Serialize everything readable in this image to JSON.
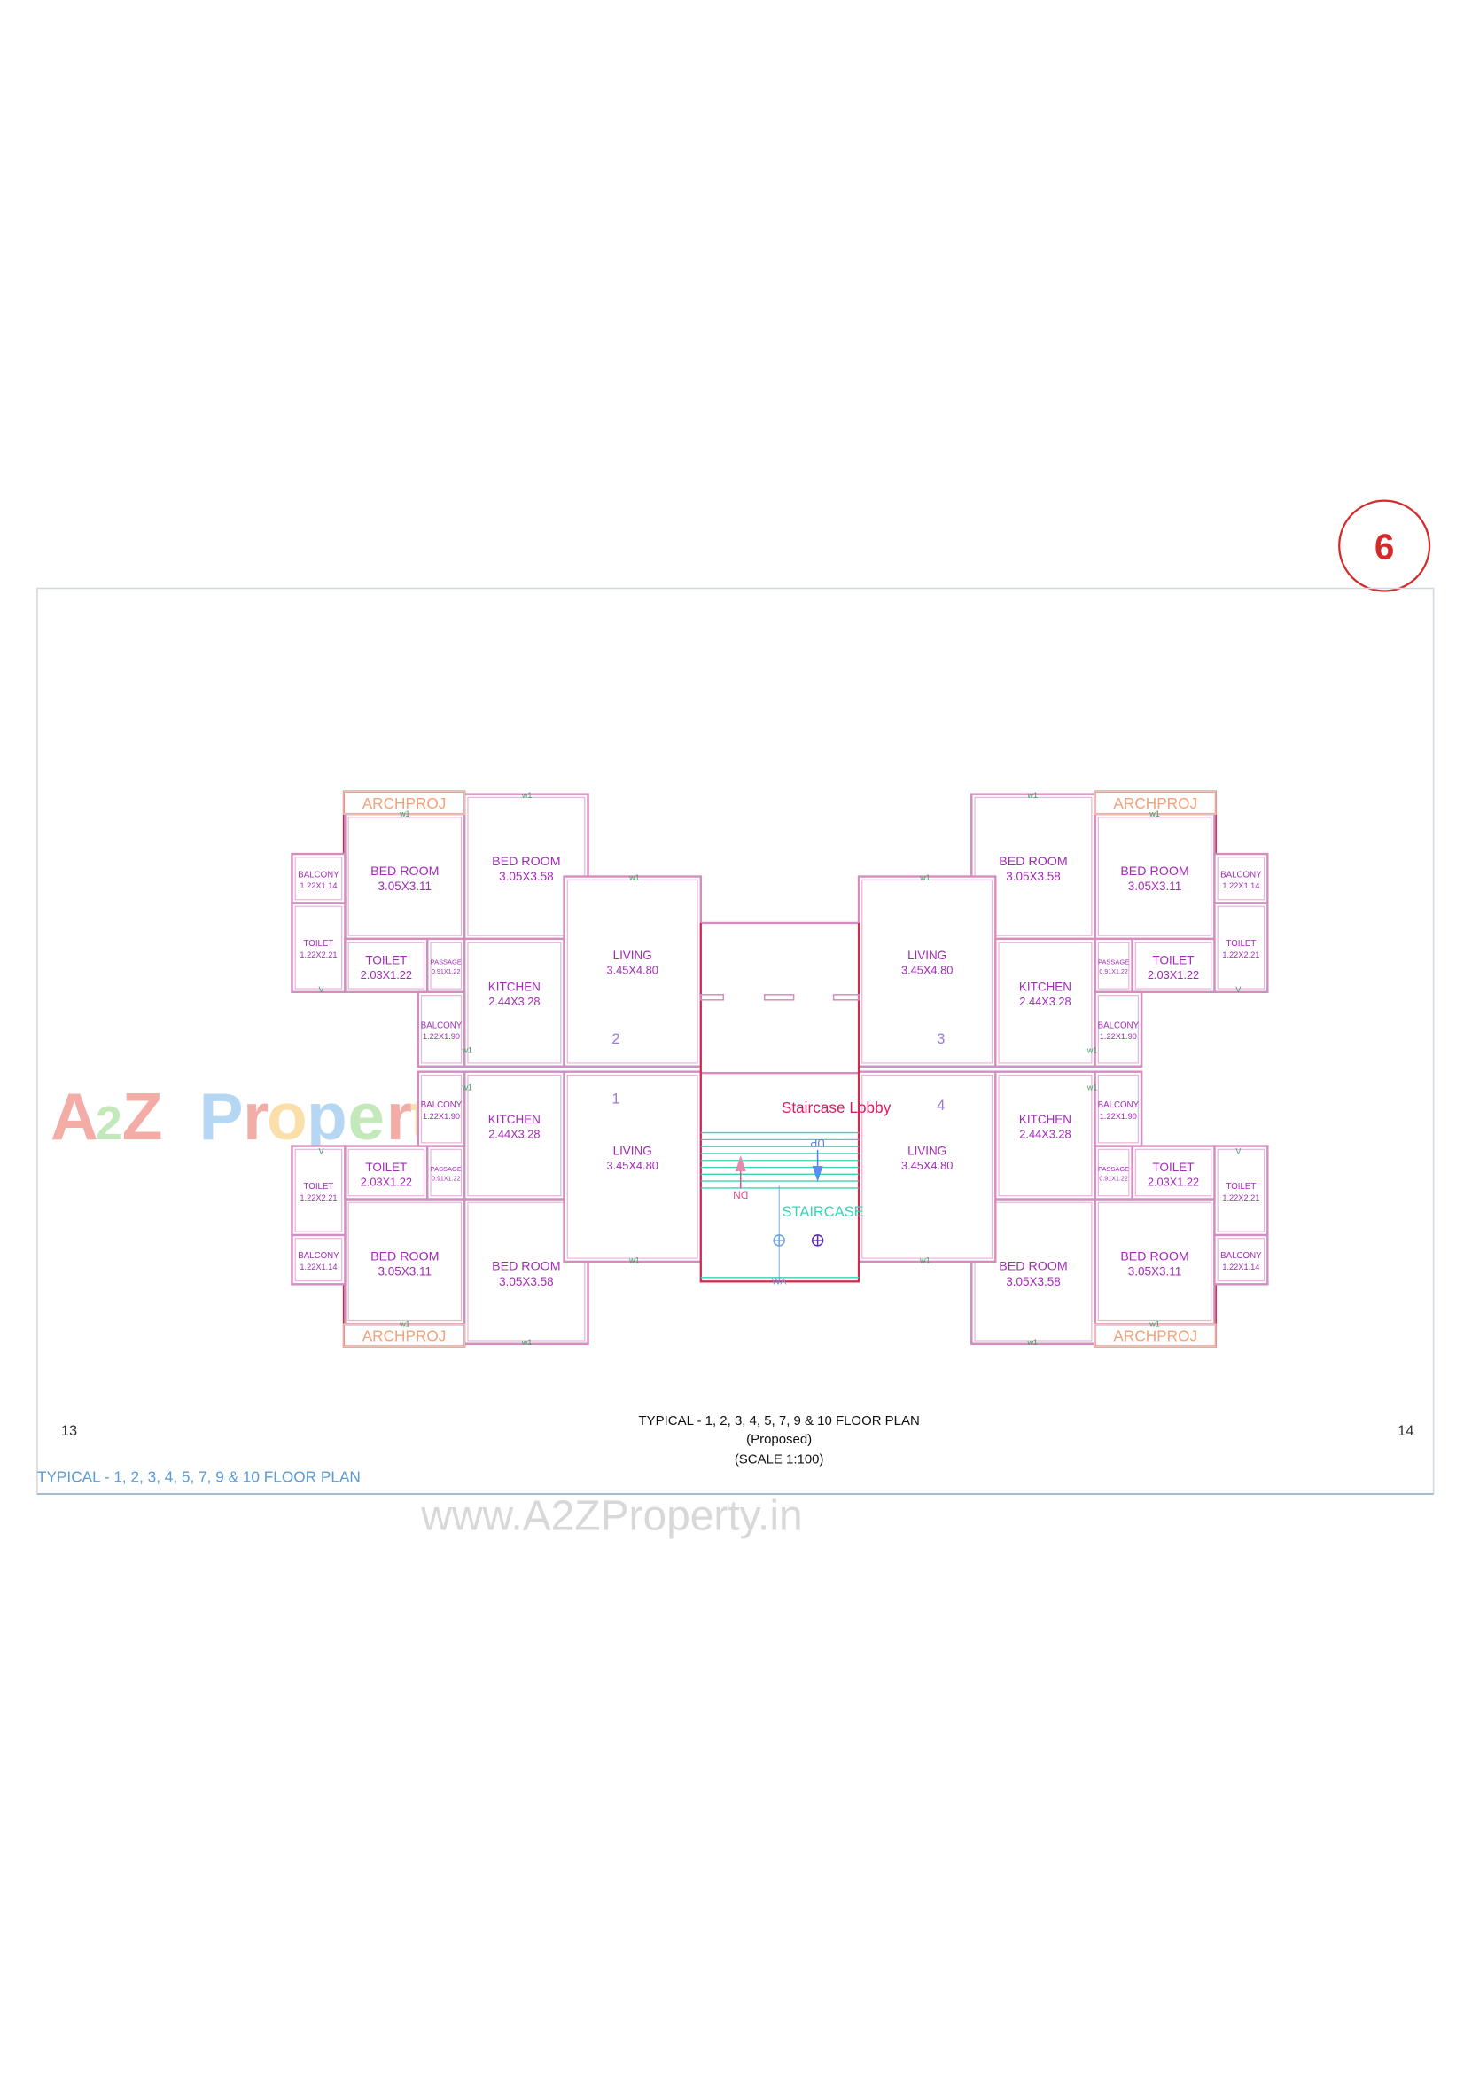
{
  "sheet_number": "6",
  "units": [
    {
      "number": "2",
      "archproj": "ARCHPROJ",
      "rooms": [
        [
          "BED ROOM",
          "3.05X3.11"
        ],
        [
          "BED ROOM",
          "3.05X3.58"
        ],
        [
          "BALCONY",
          "1.22X1.14"
        ],
        [
          "TOILET",
          "1.22X2.21"
        ],
        [
          "TOILET",
          "2.03X1.22"
        ],
        [
          "PASSAGE",
          "0.91X1.22"
        ],
        [
          "KITCHEN",
          "2.44X3.28"
        ],
        [
          "BALCONY",
          "1.22X1.90"
        ],
        [
          "LIVING",
          "3.45X4.80"
        ]
      ]
    },
    {
      "number": "1",
      "archproj": "ARCHPROJ",
      "rooms": [
        [
          "BED ROOM",
          "3.05X3.11"
        ],
        [
          "BED ROOM",
          "3.05X3.58"
        ],
        [
          "BALCONY",
          "1.22X1.14"
        ],
        [
          "TOILET",
          "1.22X2.21"
        ],
        [
          "TOILET",
          "2.03X1.22"
        ],
        [
          "PASSAGE",
          "0.91X1.22"
        ],
        [
          "KITCHEN",
          "2.44X3.28"
        ],
        [
          "BALCONY",
          "1.22X1.90"
        ],
        [
          "LIVING",
          "3.45X4.80"
        ]
      ]
    },
    {
      "number": "3",
      "archproj": "ARCHPROJ",
      "rooms": [
        [
          "BED ROOM",
          "3.05X3.11"
        ],
        [
          "BED ROOM",
          "3.05X3.58"
        ],
        [
          "BALCONY",
          "1.22X1.14"
        ],
        [
          "TOILET",
          "1.22X2.21"
        ],
        [
          "TOILET",
          "2.03X1.22"
        ],
        [
          "PASSAGE",
          "0.91X1.22"
        ],
        [
          "KITCHEN",
          "2.44X3.28"
        ],
        [
          "BALCONY",
          "1.22X1.90"
        ],
        [
          "LIVING",
          "3.45X4.80"
        ]
      ]
    },
    {
      "number": "4",
      "archproj": "ARCHPROJ",
      "rooms": [
        [
          "BED ROOM",
          "3.05X3.11"
        ],
        [
          "BED ROOM",
          "3.05X3.58"
        ],
        [
          "BALCONY",
          "1.22X1.14"
        ],
        [
          "TOILET",
          "1.22X2.21"
        ],
        [
          "TOILET",
          "2.03X1.22"
        ],
        [
          "PASSAGE",
          "0.91X1.22"
        ],
        [
          "KITCHEN",
          "2.44X3.28"
        ],
        [
          "BALCONY",
          "1.22X1.90"
        ],
        [
          "LIVING",
          "3.45X4.80"
        ]
      ]
    }
  ],
  "core": {
    "lobby_label": "Staircase Lobby",
    "staircase_label": "STAIRCASE",
    "up_label": "UP",
    "down_label": "DN",
    "wa_label": "WA"
  },
  "window_tag": "w1",
  "ventilator_tag": "V",
  "footer": {
    "left_ref": "13",
    "right_ref": "14",
    "title": "TYPICAL - 1, 2, 3, 4, 5, 7, 9 & 10 FLOOR PLAN",
    "subtitle": "(Proposed)",
    "scale": "(SCALE 1:100)",
    "caption": "TYPICAL - 1, 2, 3, 4, 5, 7, 9 & 10 FLOOR PLAN"
  },
  "watermarks": {
    "logo": "A2Z Property",
    "url": "www.A2ZProperty.in"
  },
  "colors": {
    "wall": "#d58cc0",
    "outer_wall": "#d42a4a",
    "room_text": "#a42ab8",
    "archproj": "#f0a37c",
    "staircase": "#39d3b8",
    "lobby_text": "#d81b60",
    "badge": "#d42a2a",
    "caption": "#5b9bd5"
  }
}
